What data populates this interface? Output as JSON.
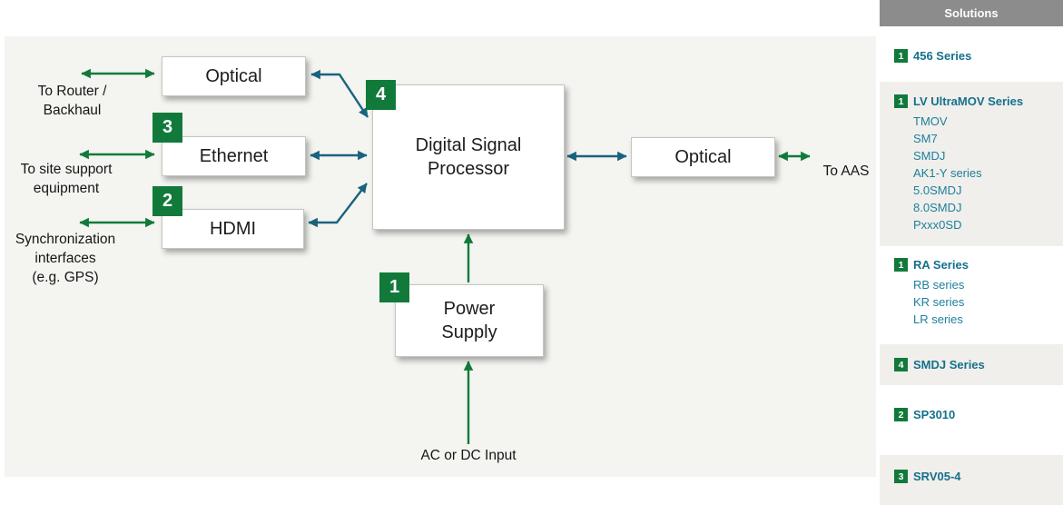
{
  "colors": {
    "green": "#117a3b",
    "teal": "#19637e",
    "link": "#1d7f9d",
    "link_bold": "#15708c",
    "header_gray": "#8c8c8c",
    "section_gray": "#f0efeb",
    "diagram_bg": "#f4f4f1"
  },
  "diagram": {
    "boxes": {
      "optical_left": "Optical",
      "ethernet": "Ethernet",
      "hdmi": "HDMI",
      "dsp": "Digital Signal\nProcessor",
      "optical_right": "Optical",
      "power_supply": "Power\nSupply"
    },
    "badges": {
      "power_supply": "1",
      "hdmi": "2",
      "ethernet": "3",
      "dsp": "4"
    },
    "labels": {
      "router": "To Router /\nBackhaul",
      "site_support": "To site support\nequipment",
      "sync": "Synchronization\ninterfaces\n(e.g. GPS)",
      "aas": "To AAS",
      "ac_dc": "AC or DC Input"
    }
  },
  "sidebar": {
    "title": "Solutions",
    "sections": [
      {
        "badge": "1",
        "title": "456 Series",
        "items": []
      },
      {
        "badge": "1",
        "title": "LV UltraMOV Series",
        "items": [
          "TMOV",
          "SM7",
          "SMDJ",
          "AK1-Y series",
          "5.0SMDJ",
          "8.0SMDJ",
          "Pxxx0SD"
        ]
      },
      {
        "badge": "1",
        "title": "RA Series",
        "items": [
          "RB series",
          "KR series",
          "LR series"
        ]
      },
      {
        "badge": "4",
        "title": "SMDJ Series",
        "items": []
      },
      {
        "badge": "2",
        "title": "SP3010",
        "items": []
      },
      {
        "badge": "3",
        "title": "SRV05-4",
        "items": []
      }
    ]
  }
}
